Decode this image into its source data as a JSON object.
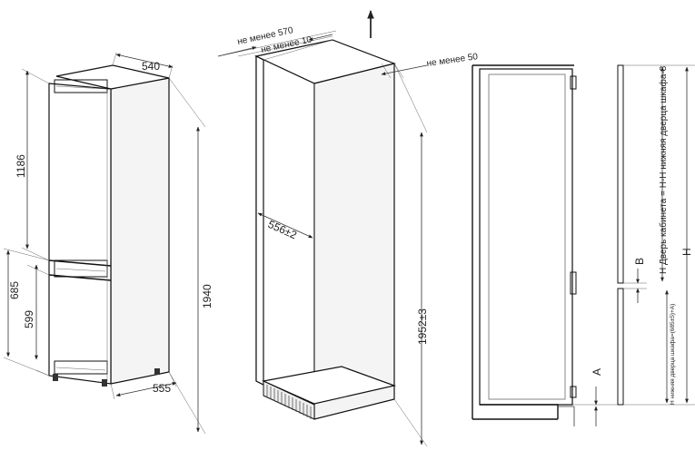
{
  "fridge": {
    "top_width": "540",
    "total_height": "1940",
    "upper_height": "1186",
    "lower_outer": "685",
    "lower_inner": "599",
    "depth": "555"
  },
  "niche": {
    "min_depth": "не менее 570",
    "min_gap_top": "не менее 10",
    "min_gap_side": "не менее 50",
    "width": "556±2",
    "height": "1952±3"
  },
  "section": {
    "label_a": "A",
    "label_b": "B",
    "label_h": "H",
    "formula_upper": "H Дверь кабинета = H-Н нижняя дверца шкафа-8",
    "formula_lower": "Н нижняя дверца шкафа=(685±5)+A)"
  }
}
